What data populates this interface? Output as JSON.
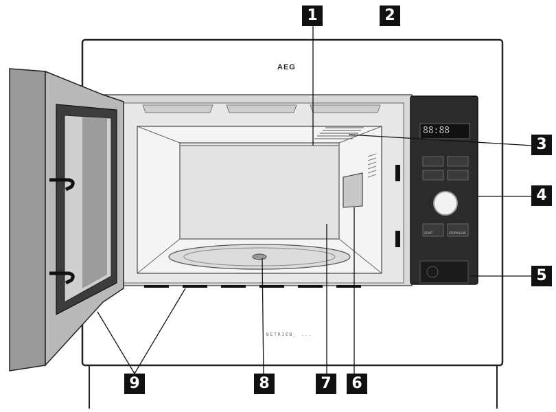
{
  "brand_logo_text": "AEG",
  "model_text": "BETRIEB_ ...",
  "control_panel": {
    "display_text": "88:88",
    "button_labels": [
      "START",
      "STOP/CLEAR"
    ]
  },
  "callouts": {
    "c1": "1",
    "c2": "2",
    "c3": "3",
    "c4": "4",
    "c5": "5",
    "c6": "6",
    "c7": "7",
    "c8": "8",
    "c9": "9"
  },
  "colors": {
    "line": "#222222",
    "panel": "#2b2b2b",
    "door": "#b9b9b9",
    "callout_bg": "#111111"
  }
}
